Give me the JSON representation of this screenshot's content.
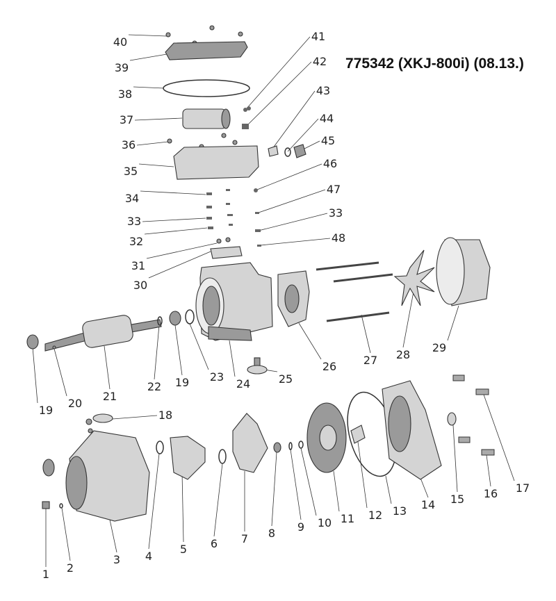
{
  "title": "775342 (XKJ-800i) (08.13.)",
  "labels": [
    "40",
    "39",
    "38",
    "37",
    "36",
    "35",
    "34",
    "33",
    "32",
    "31",
    "30",
    "41",
    "42",
    "43",
    "44",
    "45",
    "46",
    "47",
    "33",
    "48",
    "19",
    "20",
    "21",
    "22",
    "19",
    "23",
    "24",
    "25",
    "26",
    "27",
    "28",
    "29",
    "18",
    "1",
    "2",
    "3",
    "4",
    "5",
    "6",
    "7",
    "8",
    "9",
    "10",
    "11",
    "12",
    "13",
    "14",
    "15",
    "16",
    "17"
  ]
}
